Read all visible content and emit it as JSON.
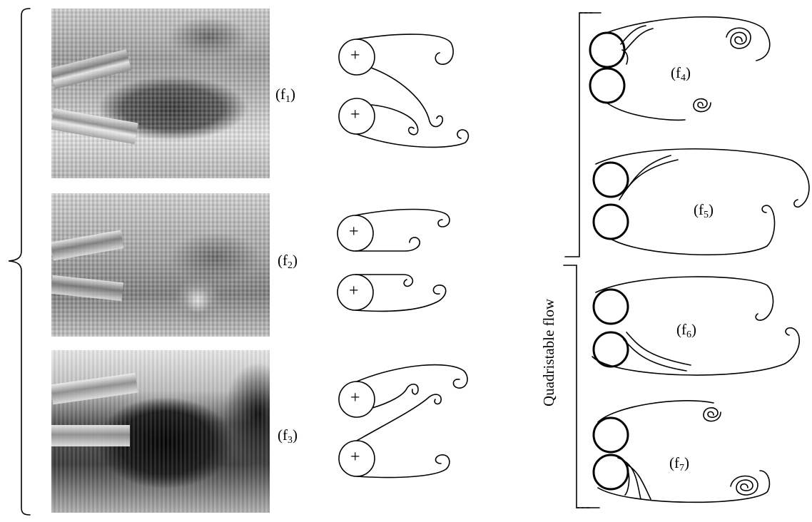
{
  "panels": {
    "f1": {
      "label_main": "(f",
      "label_sub": "1",
      "label_close": ")"
    },
    "f2": {
      "label_main": "(f",
      "label_sub": "2",
      "label_close": ")"
    },
    "f3": {
      "label_main": "(f",
      "label_sub": "3",
      "label_close": ")"
    },
    "f4": {
      "label_main": "(f",
      "label_sub": "4",
      "label_close": ")"
    },
    "f5": {
      "label_main": "(f",
      "label_sub": "5",
      "label_close": ")"
    },
    "f6": {
      "label_main": "(f",
      "label_sub": "6",
      "label_close": ")"
    },
    "f7": {
      "label_main": "(f",
      "label_sub": "7",
      "label_close": ")"
    }
  },
  "side_label": "Quadristable flow",
  "cylinder_marker": "+",
  "colors": {
    "ink": "#000000",
    "photo_light": "#e8e8e8",
    "photo_mid": "#9a9a9a",
    "photo_dark": "#2a2a2a"
  }
}
